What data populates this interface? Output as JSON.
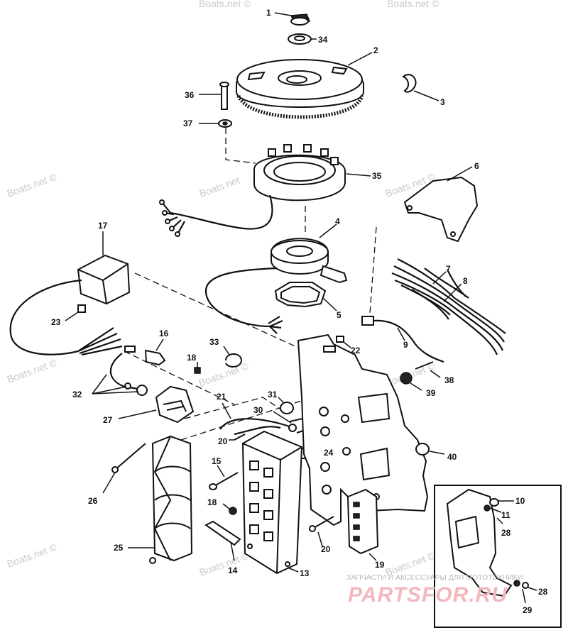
{
  "watermark": "Boats.net ©",
  "watermark_brand": "Boats.net",
  "shop_tagline": "ЗАПЧАСТИ И АКСЕССУАРЫ ДЛЯ МОТОТЕХНИКИ",
  "shop_logo": "PARTSFOR.RU",
  "callouts": {
    "n1": "1",
    "n2": "2",
    "n3": "3",
    "n4": "4",
    "n5": "5",
    "n6": "6",
    "n7": "7",
    "n8": "8",
    "n9": "9",
    "n10": "10",
    "n11": "11",
    "n13": "13",
    "n14": "14",
    "n15": "15",
    "n16": "16",
    "n17": "17",
    "n18a": "18",
    "n18b": "18",
    "n19": "19",
    "n20a": "20",
    "n20b": "20",
    "n21": "21",
    "n22": "22",
    "n23": "23",
    "n24": "24",
    "n25": "25",
    "n26": "26",
    "n27": "27",
    "n28a": "28",
    "n28b": "28",
    "n29": "29",
    "n30": "30",
    "n31": "31",
    "n32": "32",
    "n33": "33",
    "n34": "34",
    "n35": "35",
    "n36": "36",
    "n37": "37",
    "n38": "38",
    "n39": "39",
    "n40": "40"
  },
  "colors": {
    "line": "#111111",
    "watermark": "#c9c9c9",
    "logo": "#f3b8bd"
  }
}
